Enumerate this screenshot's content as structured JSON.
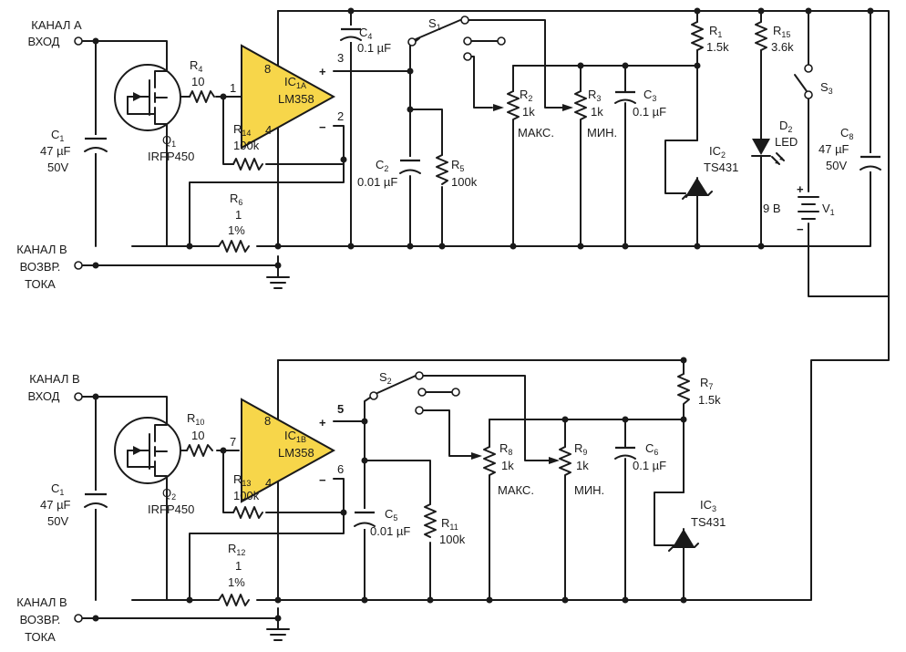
{
  "ch1": {
    "in_l1": "КАНАЛ А",
    "in_l2": "ВХОД",
    "ret_l1": "КАНАЛ В",
    "ret_l2": "ВОЗВР.",
    "ret_l3": "ТОКА",
    "c_in": "C",
    "c_in_sub": "1",
    "c_in_val": "47 µF",
    "c_in_volt": "50V",
    "q": "Q",
    "q_sub": "1",
    "q_part": "IRFP450",
    "rg": "R",
    "rg_sub": "4",
    "rg_val": "10",
    "rf": "R",
    "rf_sub": "14",
    "rf_val": "100k",
    "rs": "R",
    "rs_sub": "6",
    "rs_val": "1",
    "rs_tol": "1%",
    "ic": "IC",
    "ic_sub": "1A",
    "ic_part": "LM358",
    "pin8": "8",
    "pin4": "4",
    "pin_out": "1",
    "pin_p": "3",
    "pin_n": "2",
    "plus": "+",
    "minus": "−",
    "cd": "C",
    "cd_sub": "4",
    "cd_val": "0.1 µF",
    "cf": "C",
    "cf_sub": "2",
    "cf_val": "0.01 µF",
    "rb": "R",
    "rb_sub": "5",
    "rb_val": "100k",
    "sw": "S",
    "sw_sub": "1",
    "rmax": "R",
    "rmax_sub": "2",
    "rmax_val": "1k",
    "rmax_lbl": "МАКС.",
    "rmin": "R",
    "rmin_sub": "3",
    "rmin_val": "1k",
    "rmin_lbl": "МИН.",
    "cr": "C",
    "cr_sub": "3",
    "cr_val": "0.1 µF",
    "rref": "R",
    "rref_sub": "1",
    "rref_val": "1.5k",
    "ref": "IC",
    "ref_sub": "2",
    "ref_part": "TS431",
    "rled": "R",
    "rled_sub": "15",
    "rled_val": "3.6k",
    "led": "D",
    "led_sub": "2",
    "led_lbl": "LED",
    "s3": "S",
    "s3_sub": "3",
    "bat_val": "9 В",
    "bat": "V",
    "bat_sub": "1",
    "c8": "C",
    "c8_sub": "8",
    "c8_val": "47 µF",
    "c8_volt": "50V"
  },
  "ch2": {
    "in_l1": "КАНАЛ В",
    "in_l2": "ВХОД",
    "ret_l1": "КАНАЛ В",
    "ret_l2": "ВОЗВР.",
    "ret_l3": "ТОКА",
    "c_in": "C",
    "c_in_sub": "1",
    "c_in_val": "47 µF",
    "c_in_volt": "50V",
    "q": "Q",
    "q_sub": "2",
    "q_part": "IRFP450",
    "rg": "R",
    "rg_sub": "10",
    "rg_val": "10",
    "rf": "R",
    "rf_sub": "13",
    "rf_val": "100k",
    "rs": "R",
    "rs_sub": "12",
    "rs_val": "1",
    "rs_tol": "1%",
    "ic": "IC",
    "ic_sub": "1B",
    "ic_part": "LM358",
    "pin8": "8",
    "pin4": "4",
    "pin_out": "7",
    "pin_p": "5",
    "pin_n": "6",
    "plus": "+",
    "minus": "−",
    "cf": "C",
    "cf_sub": "5",
    "cf_val": "0.01 µF",
    "rb": "R",
    "rb_sub": "11",
    "rb_val": "100k",
    "sw": "S",
    "sw_sub": "2",
    "rmax": "R",
    "rmax_sub": "8",
    "rmax_val": "1k",
    "rmax_lbl": "МАКС.",
    "rmin": "R",
    "rmin_sub": "9",
    "rmin_val": "1k",
    "rmin_lbl": "МИН.",
    "cr": "C",
    "cr_sub": "6",
    "cr_val": "0.1 µF",
    "rref": "R",
    "rref_sub": "7",
    "rref_val": "1.5k",
    "ref": "IC",
    "ref_sub": "3",
    "ref_part": "TS431"
  }
}
